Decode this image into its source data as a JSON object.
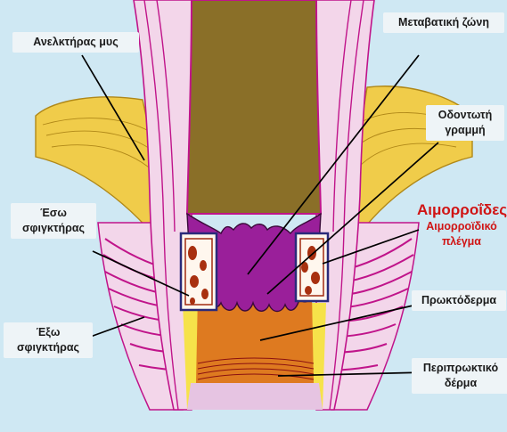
{
  "labels": {
    "levator": "Ανελκτήρας μυς",
    "transition": "Μεταβατική ζώνη",
    "dentate_1": "Οδοντωτή",
    "dentate_2": "γραμμή",
    "internal_1": "Έσω",
    "internal_2": "σφιγκτήρας",
    "hemorrhoids": "Αιμορροΐδες",
    "plexus_1": "Αιμορροϊδικό",
    "plexus_2": "πλέγμα",
    "anoderm": "Πρωκτόδερμα",
    "external_1": "Έξω",
    "external_2": "σφιγκτήρας",
    "perianal_1": "Περιπρωκτικό",
    "perianal_2": "δέρμα"
  },
  "colors": {
    "background": "#cfe8f3",
    "lumen": "#8a6f28",
    "mucosa_pink": "#f3d6ea",
    "muscle_magenta": "#c0148a",
    "levator_yellow": "#f0cc4a",
    "plexus_purple": "#9a1f9a",
    "anoderm_orange": "#de7a20",
    "label_red": "#d01414"
  },
  "icons": [
    "hemorrhoid-box-left",
    "hemorrhoid-box-right"
  ]
}
